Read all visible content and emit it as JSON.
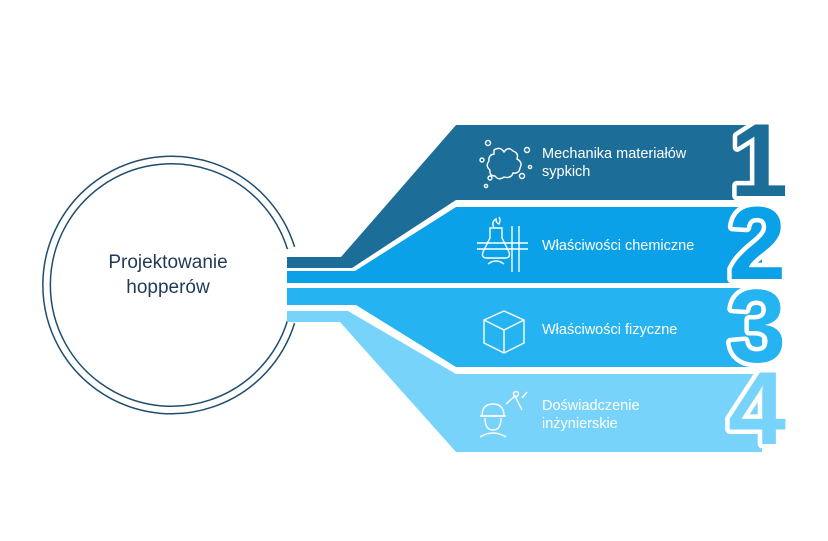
{
  "center": {
    "title": "Projektowanie\nhopperów"
  },
  "bands": [
    {
      "number": "1",
      "label": "Mechanika materiałów\nsypkich",
      "icon": "particles-icon",
      "color": "#1c6e99"
    },
    {
      "number": "2",
      "label": "Właściwości chemiczne",
      "icon": "chemistry-flask-icon",
      "color": "#0aa1e8"
    },
    {
      "number": "3",
      "label": "Właściwości fizyczne",
      "icon": "cube-icon",
      "color": "#26b3f2"
    },
    {
      "number": "4",
      "label": "Doświadczenie\ninżynierskie",
      "icon": "engineer-icon",
      "color": "#78d3fb"
    }
  ],
  "ring_color": "#1e4d6e"
}
